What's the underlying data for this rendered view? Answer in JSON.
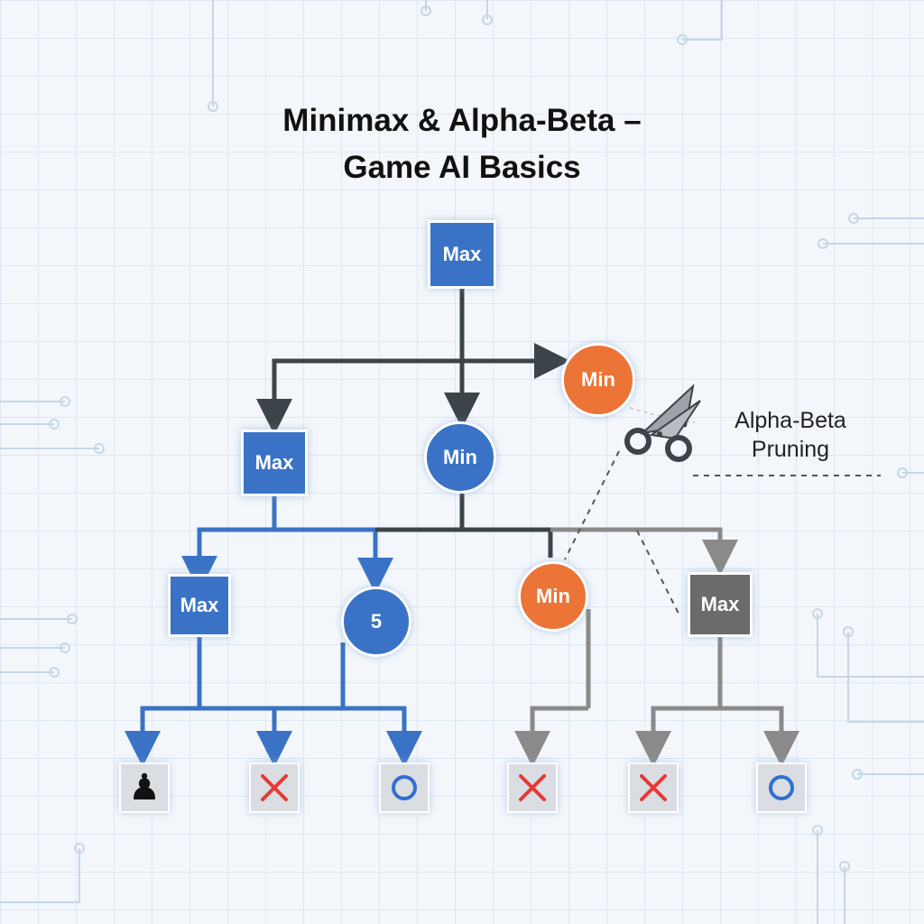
{
  "title": {
    "line1": "Minimax & Alpha-Beta –",
    "line2": "Game AI Basics"
  },
  "nodes": {
    "root": "Max",
    "level1_left": "Max",
    "level1_center": "Min",
    "level1_pruned": "Min",
    "level2_max_left": "Max",
    "level2_value": "5",
    "level2_min_orange": "Min",
    "level2_max_gray": "Max"
  },
  "annotation": {
    "line1": "Alpha-Beta",
    "line2": "Pruning"
  },
  "leaves": [
    {
      "icon": "chess-pawn-icon",
      "glyph": "♟"
    },
    {
      "icon": "red-x-icon"
    },
    {
      "icon": "blue-o-icon"
    },
    {
      "icon": "red-x-icon"
    },
    {
      "icon": "red-x-icon"
    },
    {
      "icon": "blue-o-icon"
    }
  ],
  "colors": {
    "max_blue": "#3a73c6",
    "min_orange": "#ec7436",
    "pruned_gray": "#6b6b6b",
    "edge_dark": "#3d4449",
    "edge_gray": "#8a8a8a",
    "x_red": "#e53935",
    "o_blue": "#2f6fd0"
  }
}
